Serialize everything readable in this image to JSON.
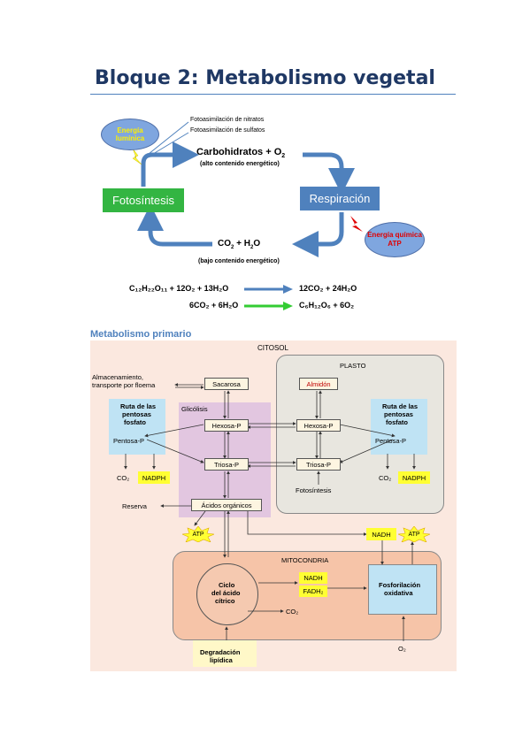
{
  "title": "Bloque 2: Metabolismo vegetal",
  "cycle": {
    "fotosintesis": "Fotosíntesis",
    "respiracion": "Respiración",
    "energia_luminica": "Energía lumínica",
    "energia_quimica_1": "Energía química",
    "energia_quimica_2": "ATP",
    "nitratos": "Fotoasimilación de nitratos",
    "sulfatos": "Fotoasimilación de sulfatos",
    "carbohidratos": "Carbohidratos + O",
    "carbohidratos_sub": "2",
    "alto": "(alto contenido energético)",
    "co2_h2o_a": "CO",
    "co2_h2o_b": "2",
    "co2_h2o_c": " +  H",
    "co2_h2o_d": "2",
    "co2_h2o_e": "O",
    "bajo": "(bajo contenido energético)"
  },
  "equations": {
    "eq1_left": "C₁₂H₂₂O₁₁ + 12O₂ + 13H₂O",
    "eq1_right": "12CO₂ + 24H₂O",
    "eq2_left": "6CO₂ + 6H₂O",
    "eq2_right": "C₆H₁₂O₆ + 6O₂"
  },
  "section": "Metabolismo primario",
  "figure": {
    "citosol": "CITOSOL",
    "plasto": "PLASTO",
    "mitocondria": "MITOCONDRIA",
    "glicolisis": "Glicólisis",
    "almacenamiento_1": "Almacenamiento,",
    "almacenamiento_2": "transporte por floema",
    "sacarosa": "Sacarosa",
    "almidon": "Almidón",
    "hexosa_p": "Hexosa-P",
    "triosa_p": "Triosa-P",
    "acidos": "Ácidos orgánicos",
    "reserva": "Reserva",
    "fotosintesis": "Fotosíntesis",
    "pentosas_1": "Ruta de las",
    "pentosas_2": "pentosas",
    "pentosas_3": "fosfato",
    "pentosa_p": "Pentosa-P",
    "co2": "CO₂",
    "nadph": "NADPH",
    "atp": "ATP",
    "nadh": "NADH",
    "fadh2": "FADH₂",
    "ciclo_1": "Ciclo",
    "ciclo_2": "del ácido",
    "ciclo_3": "cítrico",
    "fosforilacion_1": "Fosforilación",
    "fosforilacion_2": "oxidativa",
    "degradacion_1": "Degradación",
    "degradacion_2": "lipídica",
    "o2": "O₂"
  },
  "colors": {
    "title": "#1f3864",
    "fotosintesis_box": "#33b542",
    "respiracion_box": "#4f81bd",
    "arrow": "#4f81bd",
    "green_arrow": "#33cc33",
    "yellow": "#ffff33"
  }
}
